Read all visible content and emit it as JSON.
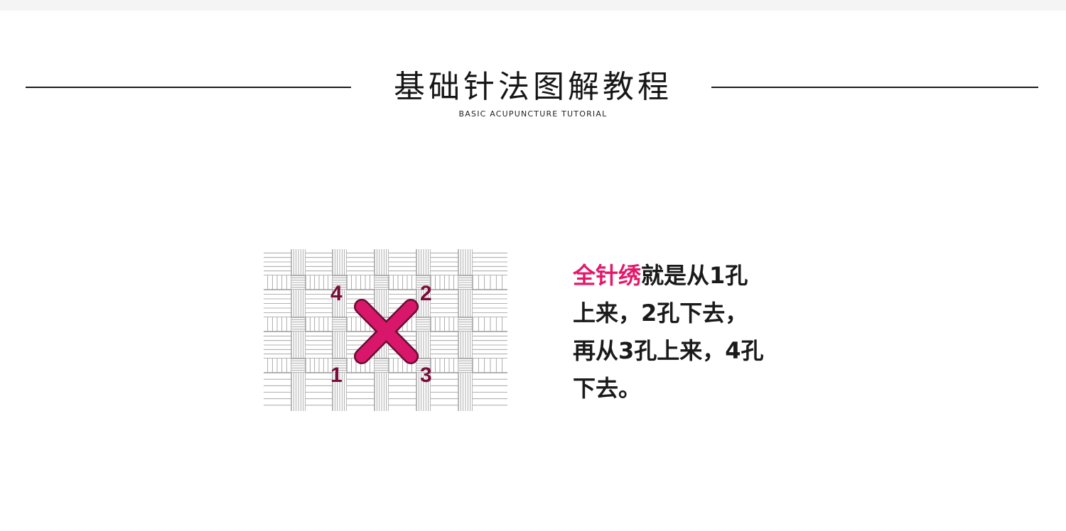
{
  "header": {
    "title": "基础针法图解教程",
    "subtitle": "BASIC ACUPUNCTURE TUTORIAL"
  },
  "diagram": {
    "labels": {
      "hole1": "1",
      "hole2": "2",
      "hole3": "3",
      "hole4": "4"
    },
    "colors": {
      "stitch": "#d8176a",
      "stitch_outline": "#6a0c30",
      "label": "#7a0d3a",
      "fabric_line": "#9a9a9a"
    }
  },
  "description": {
    "highlight": "全针绣",
    "line1_rest": "就是从1孔",
    "line2": "上来，2孔下去，",
    "line3": "再从3孔上来，4孔",
    "line4": "下去。",
    "highlight_color": "#e4186a"
  }
}
